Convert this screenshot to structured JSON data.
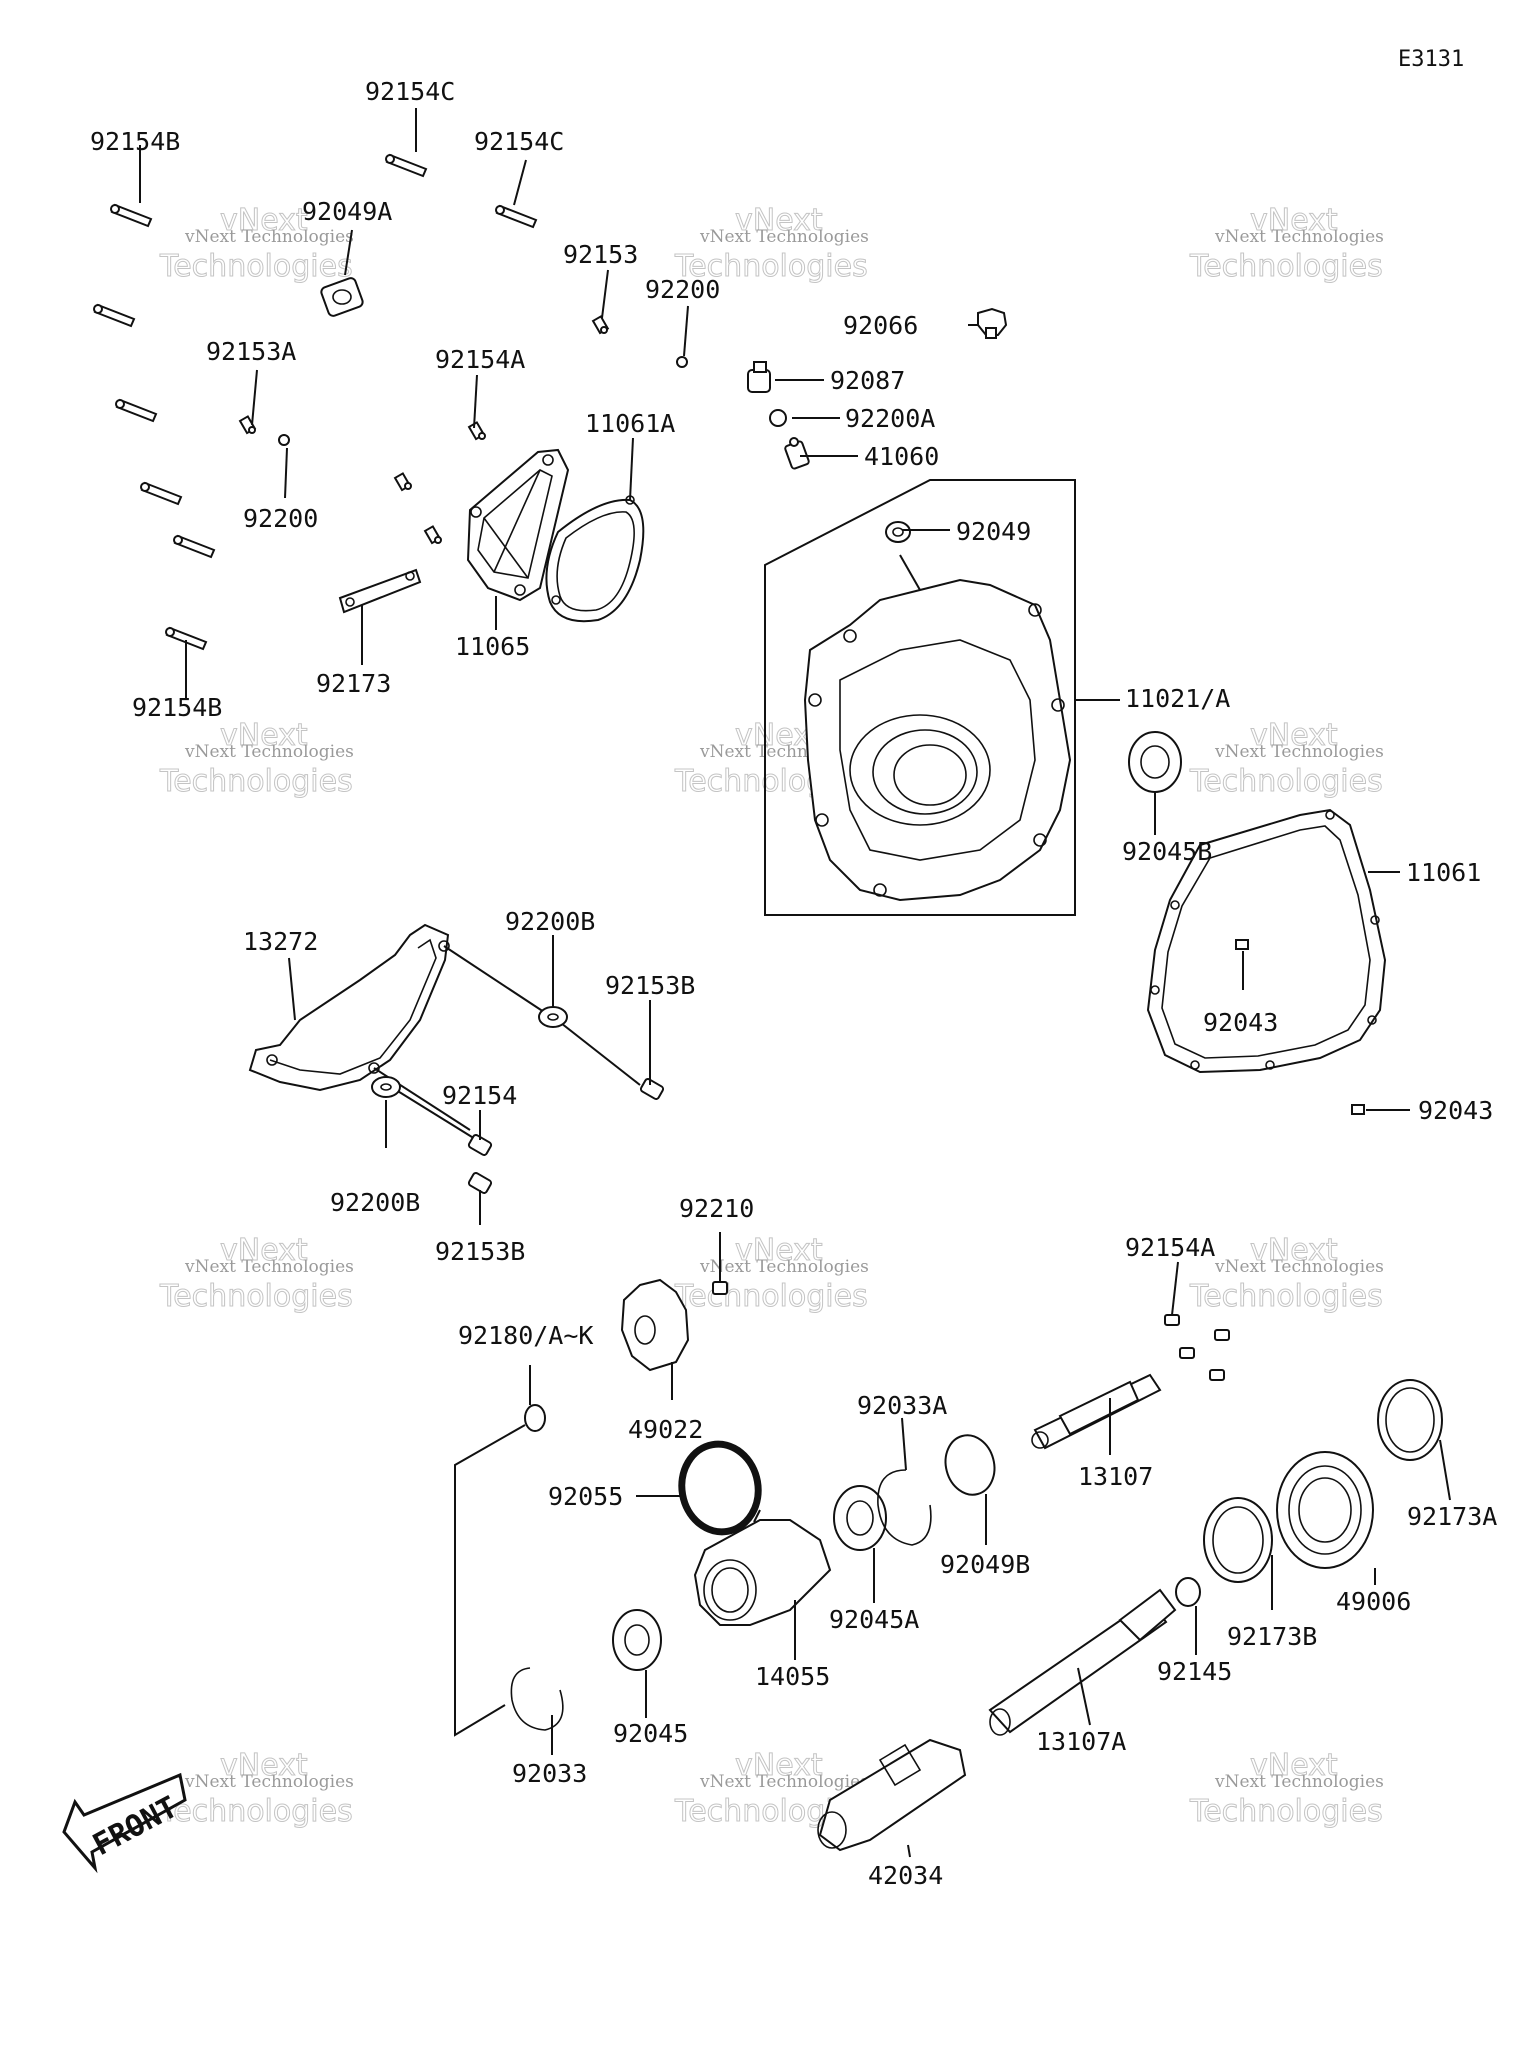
{
  "diagram_code": "E3131",
  "front_label": "FRONT",
  "watermark": {
    "line1": "vNext",
    "line2": "vNext Technologies",
    "line3": "Technologies"
  },
  "labels": {
    "p92154C_top": "92154C",
    "p92154B_top": "92154B",
    "p92154C_mid": "92154C",
    "p92049A": "92049A",
    "p92153": "92153",
    "p92200_top": "92200",
    "p92066": "92066",
    "p92087": "92087",
    "p92153A": "92153A",
    "p92154A_top": "92154A",
    "p92200A": "92200A",
    "p11061A": "11061A",
    "p41060": "41060",
    "p92200_mid": "92200",
    "p92049": "92049",
    "p11065": "11065",
    "p92173": "92173",
    "p11021A": "11021/A",
    "p92154B_bot": "92154B",
    "p92045B": "92045B",
    "p11061": "11061",
    "p13272": "13272",
    "p92200B_top": "92200B",
    "p92153B_top": "92153B",
    "p92043_in": "92043",
    "p92043_out": "92043",
    "p92154": "92154",
    "p92200B_bot": "92200B",
    "p92153B_bot": "92153B",
    "p92210": "92210",
    "p92154A_bot": "92154A",
    "p92180": "92180/A~K",
    "p49022": "49022",
    "p92033A": "92033A",
    "p13107": "13107",
    "p92173A": "92173A",
    "p92055": "92055",
    "p92049B": "92049B",
    "p92045A": "92045A",
    "p14055": "14055",
    "p92173B": "92173B",
    "p49006": "49006",
    "p92145": "92145",
    "p92045": "92045",
    "p13107A": "13107A",
    "p92033": "92033",
    "p42034": "42034"
  }
}
